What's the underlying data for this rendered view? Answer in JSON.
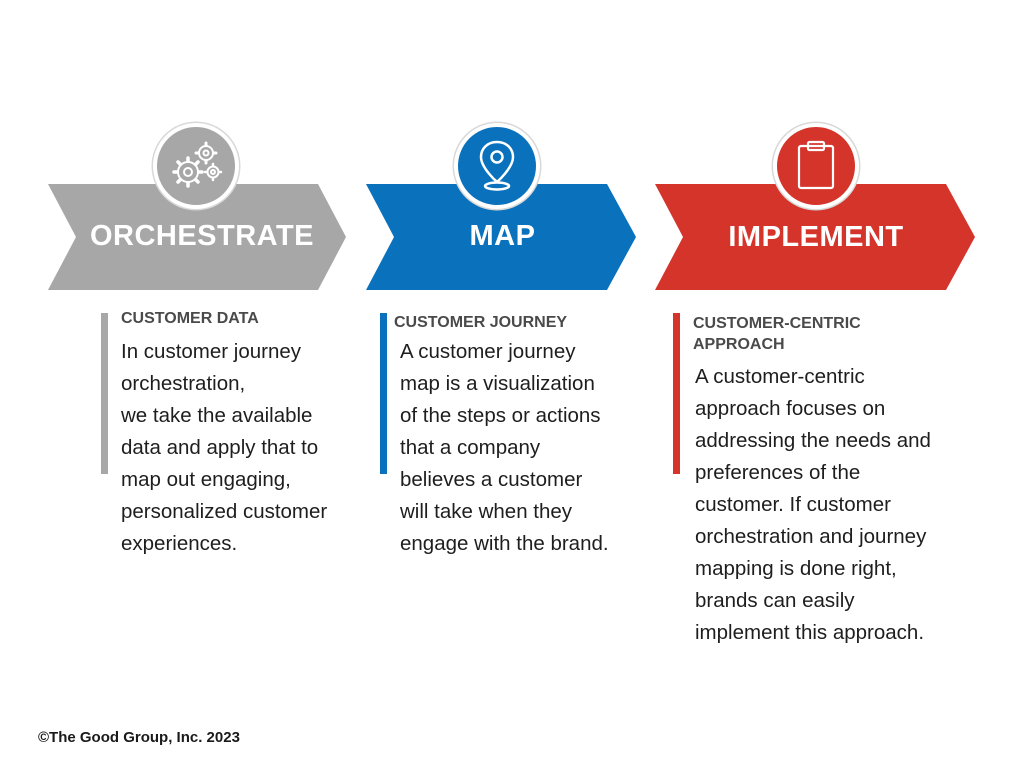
{
  "steps": [
    {
      "title": "ORCHESTRATE",
      "icon": "gears-icon",
      "color": "#a7a7a7",
      "subheading": "CUSTOMER DATA",
      "body_lines": [
        "In customer journey",
        "orchestration,",
        "we take the available",
        "data and apply that to",
        "map out engaging,",
        "personalized customer",
        "experiences."
      ]
    },
    {
      "title": "MAP",
      "icon": "location-pin-icon",
      "color": "#0a72bd",
      "subheading": "CUSTOMER JOURNEY",
      "body_lines": [
        "A customer journey",
        "map is a visualization",
        "of the steps or actions",
        "that a company",
        "believes a customer",
        "will take when they",
        "engage with the brand."
      ]
    },
    {
      "title": "IMPLEMENT",
      "icon": "clipboard-icon",
      "color": "#d5342b",
      "subheading_lines": [
        "CUSTOMER-CENTRIC",
        "APPROACH"
      ],
      "body_lines": [
        "A customer-centric",
        "approach focuses on",
        "addressing the needs and",
        "preferences of the",
        "customer. If customer",
        "orchestration and journey",
        "mapping is done right,",
        "brands can easily",
        "implement this approach."
      ]
    }
  ],
  "footer": {
    "copyright": "©The Good Group, Inc. 2023"
  }
}
